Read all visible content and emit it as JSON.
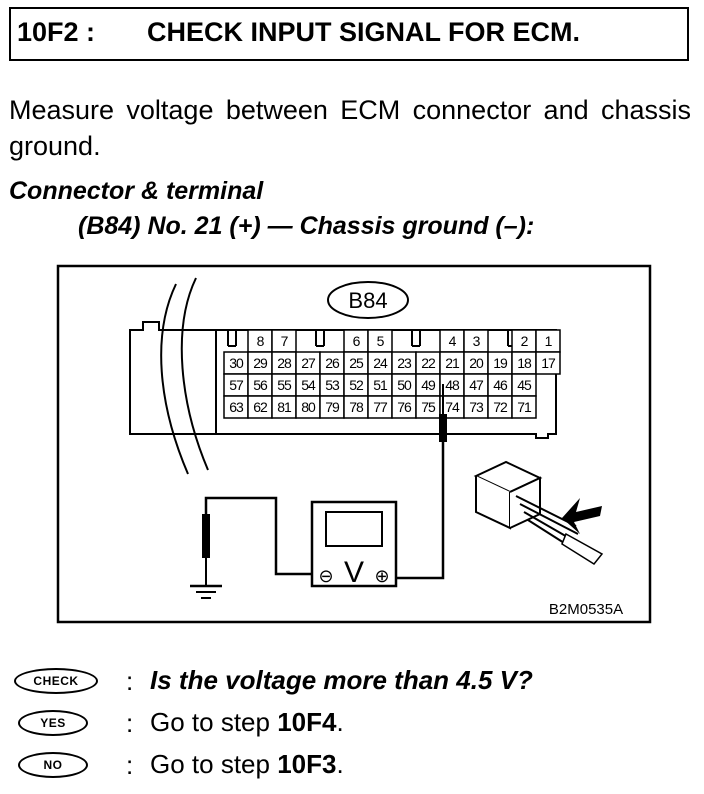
{
  "step": {
    "code": "10F2 :",
    "title": "CHECK INPUT SIGNAL FOR ECM."
  },
  "instruction": "Measure voltage between ECM connector and chassis ground.",
  "connector": {
    "heading": "Connector & terminal",
    "spec": "(B84) No. 21 (+) — Chassis ground (–):"
  },
  "diagram": {
    "connector_label": "B84",
    "figure_code": "B2M0535A",
    "meter_symbol": "V",
    "meter_neg": "⊖",
    "meter_pos": "⊕",
    "top_row": [
      {
        "col": 1,
        "label": "8"
      },
      {
        "col": 2,
        "label": "7"
      },
      {
        "col": 5,
        "label": "6"
      },
      {
        "col": 6,
        "label": "5"
      },
      {
        "col": 9,
        "label": "4"
      },
      {
        "col": 10,
        "label": "3"
      },
      {
        "col": 12,
        "label": "2"
      },
      {
        "col": 13,
        "label": "1"
      }
    ],
    "rows": [
      [
        "30",
        "29",
        "28",
        "27",
        "26",
        "25",
        "24",
        "23",
        "22",
        "21",
        "20",
        "19",
        "18",
        "17"
      ],
      [
        "57",
        "56",
        "55",
        "54",
        "53",
        "52",
        "51",
        "50",
        "49",
        "48",
        "47",
        "46",
        "45"
      ],
      [
        "63",
        "62",
        "81",
        "80",
        "79",
        "78",
        "77",
        "76",
        "75",
        "74",
        "73",
        "72",
        "71"
      ]
    ]
  },
  "results": {
    "check_badge": "CHECK",
    "yes_badge": "YES",
    "no_badge": "NO",
    "separator": ":",
    "question": "Is the voltage more than 4.5 V?",
    "yes_prefix": "Go to step ",
    "yes_step": "10F4",
    "no_prefix": "Go to step ",
    "no_step": "10F3",
    "period": "."
  }
}
